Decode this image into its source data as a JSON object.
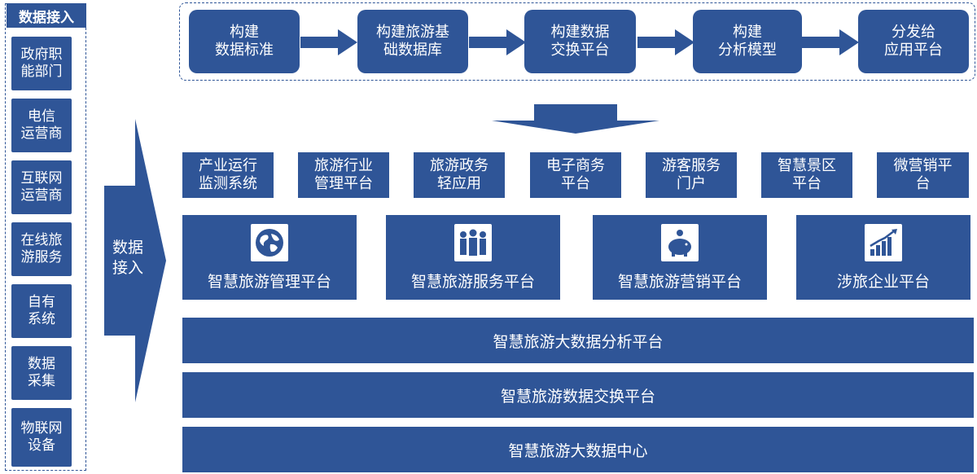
{
  "left_column": {
    "header": "数据接入",
    "sources": [
      "政府职\n能部门",
      "电信\n运营商",
      "互联网\n运营商",
      "在线旅\n游服务",
      "自有\n系统",
      "数据\n采集",
      "物联网\n设备"
    ]
  },
  "process_steps": [
    "构建\n数据标准",
    "构建旅游基\n础数据库",
    "构建数据\n交换平台",
    "构建\n分析模型",
    "分发给\n应用平台"
  ],
  "side_arrow_label": "数据\n接入",
  "applications": [
    "产业运行\n监测系统",
    "旅游行业\n管理平台",
    "旅游政务\n轻应用",
    "电子商务\n平台",
    "游客服务\n门户",
    "智慧景区\n平台",
    "微营销平\n台"
  ],
  "platforms": [
    {
      "label": "智慧旅游管理平台",
      "icon": "globe-icon"
    },
    {
      "label": "智慧旅游服务平台",
      "icon": "people-icon"
    },
    {
      "label": "智慧旅游营销平台",
      "icon": "piggy-bank-icon"
    },
    {
      "label": "涉旅企业平台",
      "icon": "growth-chart-icon"
    }
  ],
  "bands": [
    "智慧旅游大数据分析平台",
    "智慧旅游数据交换平台",
    "智慧旅游大数据中心"
  ],
  "colors": {
    "primary": "#2f5597",
    "text_on_primary": "#ffffff",
    "frame": "#2f5597"
  }
}
